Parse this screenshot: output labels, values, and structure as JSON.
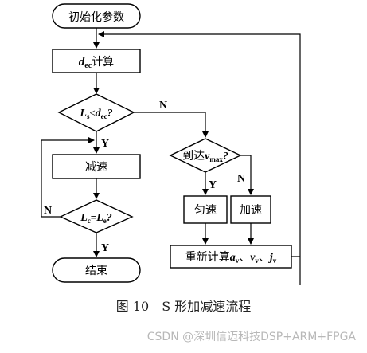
{
  "nodes": {
    "init": "初始化参数",
    "calc_dec_var": "d",
    "calc_dec_sub": "ec",
    "calc_dec_text": "计算",
    "cond1": {
      "l": "L",
      "l_sub": "s",
      "op": "≤",
      "d": "d",
      "d_sub": "ec",
      "q": "?"
    },
    "decel": "减速",
    "cond2": {
      "l": "L",
      "l_sub": "c",
      "op": "=",
      "r": "L",
      "r_sub": "e",
      "q": "?"
    },
    "end": "结束",
    "cond3": {
      "text": "到达",
      "v": "v",
      "v_sub": "max",
      "q": "?"
    },
    "uniform": "匀速",
    "accel": "加速",
    "recalc": {
      "text": "重新计算",
      "a": "a",
      "a_sub": "v",
      "sep": "、",
      "v": "v",
      "v_sub": "v",
      "j": "j",
      "j_sub": "v"
    }
  },
  "edge_labels": {
    "cond1_no": "N",
    "cond1_yes": "Y",
    "cond2_no": "N",
    "cond2_yes": "Y",
    "cond3_yes": "Y",
    "cond3_no": "N"
  },
  "caption": "图 10　S 形加减速流程",
  "watermark": "CSDN @深圳信迈科技DSP+ARM+FPGA"
}
